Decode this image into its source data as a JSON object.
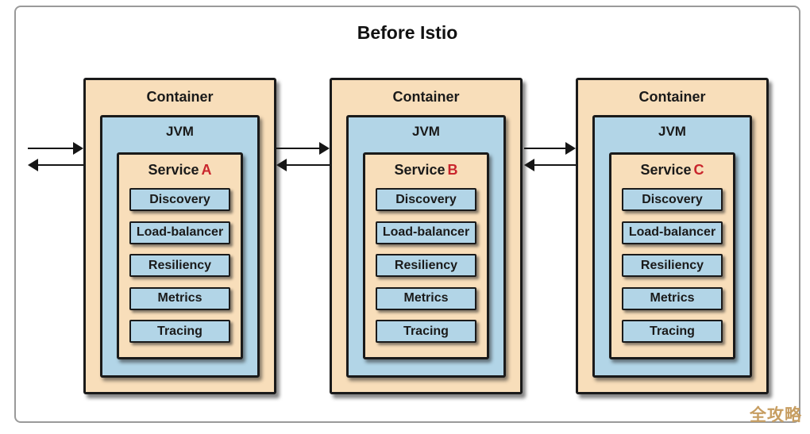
{
  "title": "Before Istio",
  "watermark": "全攻略",
  "colors": {
    "container_fill": "#f8deba",
    "jvm_fill": "#b2d5e7",
    "service_fill": "#f8deba",
    "component_fill": "#b2d5e7",
    "border": "#1a1a1a",
    "service_letter_color": "#c9252c",
    "watermark_color": "#c79e62"
  },
  "containers": [
    {
      "label": "Container",
      "jvm_label": "JVM",
      "service_label": "Service",
      "service_letter": "A",
      "components": [
        "Discovery",
        "Load-balancer",
        "Resiliency",
        "Metrics",
        "Tracing"
      ]
    },
    {
      "label": "Container",
      "jvm_label": "JVM",
      "service_label": "Service",
      "service_letter": "B",
      "components": [
        "Discovery",
        "Load-balancer",
        "Resiliency",
        "Metrics",
        "Tracing"
      ]
    },
    {
      "label": "Container",
      "jvm_label": "JVM",
      "service_label": "Service",
      "service_letter": "C",
      "components": [
        "Discovery",
        "Load-balancer",
        "Resiliency",
        "Metrics",
        "Tracing"
      ]
    }
  ],
  "arrows": [
    {
      "name": "external-to-container-a",
      "direction": "bidirectional"
    },
    {
      "name": "container-a-to-container-b",
      "direction": "bidirectional"
    },
    {
      "name": "container-b-to-container-c",
      "direction": "bidirectional"
    }
  ]
}
